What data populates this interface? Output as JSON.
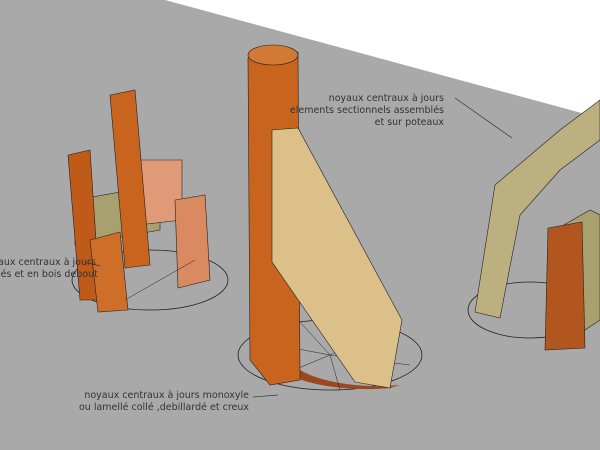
{
  "labels": {
    "left": {
      "line1": "aux centraux à jours",
      "line2": "lés et en bois debout"
    },
    "right": {
      "line1": "noyaux centraux à jours",
      "line2": "elements sectionnels assemblés",
      "line3": "et sur poteaux"
    },
    "center": {
      "line1": "noyaux centraux à jours monoxyle",
      "line2": "ou lamellé collé ,debillardé et creux"
    }
  },
  "colors": {
    "ground": "#a9a9a9",
    "sky": "#ffffff",
    "wood_dark": "#c8641e",
    "wood_light": "#dcc08a",
    "wood_olive": "#a9a070"
  }
}
